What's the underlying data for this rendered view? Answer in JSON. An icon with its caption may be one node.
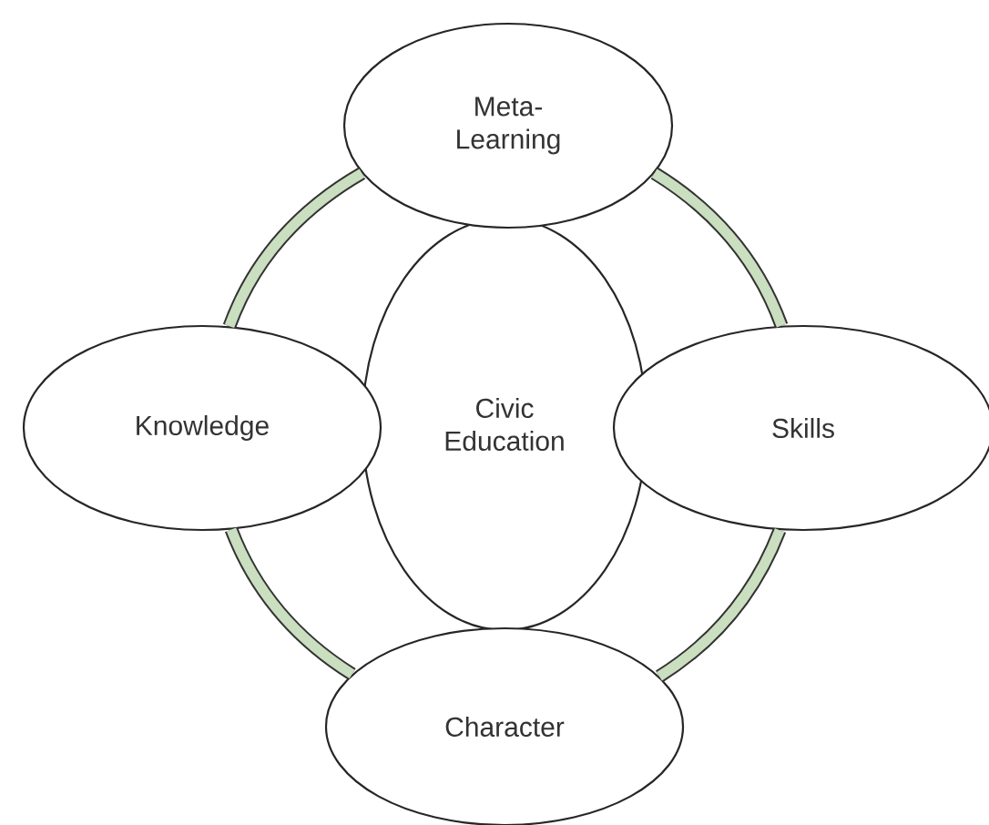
{
  "diagram": {
    "nodes": [
      {
        "text": [
          "Meta-Learning"
        ]
      },
      {
        "text": [
          "Knowledge"
        ]
      },
      {
        "text": [
          "Civic Education"
        ]
      },
      {
        "text": [
          "Skills"
        ]
      },
      {
        "text": [
          "Character"
        ]
      }
    ],
    "edges": [
      {
        "from": 0,
        "to": 3,
        "arrow": "none"
      },
      {
        "from": 3,
        "to": 4,
        "arrow": "none"
      },
      {
        "from": 4,
        "to": 1,
        "arrow": "none"
      },
      {
        "from": 1,
        "to": 0,
        "arrow": "none"
      }
    ]
  }
}
